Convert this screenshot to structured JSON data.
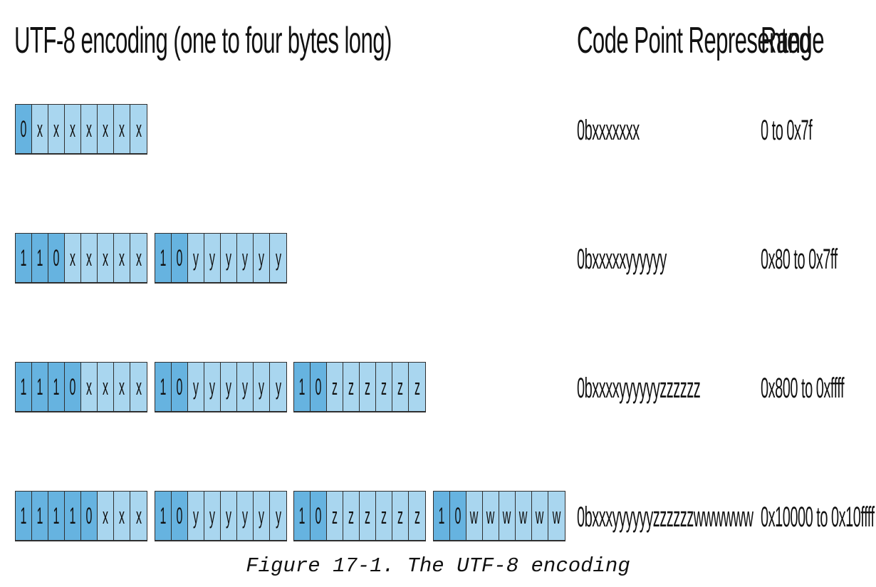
{
  "title": "UTF-8 encoding (one to four bytes long)",
  "headers": {
    "code_point": "Code Point Represented",
    "range": "Range"
  },
  "rows": [
    {
      "bytes": [
        [
          "0",
          "x",
          "x",
          "x",
          "x",
          "x",
          "x",
          "x"
        ]
      ],
      "prefix_lengths": [
        1
      ],
      "code_point": "0bxxxxxxx",
      "range": "0 to 0x7f"
    },
    {
      "bytes": [
        [
          "1",
          "1",
          "0",
          "x",
          "x",
          "x",
          "x",
          "x"
        ],
        [
          "1",
          "0",
          "y",
          "y",
          "y",
          "y",
          "y",
          "y"
        ]
      ],
      "prefix_lengths": [
        3,
        2
      ],
      "code_point": "0bxxxxxyyyyyy",
      "range": "0x80 to 0x7ff"
    },
    {
      "bytes": [
        [
          "1",
          "1",
          "1",
          "0",
          "x",
          "x",
          "x",
          "x"
        ],
        [
          "1",
          "0",
          "y",
          "y",
          "y",
          "y",
          "y",
          "y"
        ],
        [
          "1",
          "0",
          "z",
          "z",
          "z",
          "z",
          "z",
          "z"
        ]
      ],
      "prefix_lengths": [
        4,
        2,
        2
      ],
      "code_point": "0bxxxxyyyyyyzzzzzz",
      "range": "0x800 to 0xffff"
    },
    {
      "bytes": [
        [
          "1",
          "1",
          "1",
          "1",
          "0",
          "x",
          "x",
          "x"
        ],
        [
          "1",
          "0",
          "y",
          "y",
          "y",
          "y",
          "y",
          "y"
        ],
        [
          "1",
          "0",
          "z",
          "z",
          "z",
          "z",
          "z",
          "z"
        ],
        [
          "1",
          "0",
          "w",
          "w",
          "w",
          "w",
          "w",
          "w"
        ]
      ],
      "prefix_lengths": [
        5,
        2,
        2,
        2
      ],
      "code_point": "0bxxxyyyyyyzzzzzzwwwwww",
      "range": "0x10000 to 0x10ffff"
    }
  ],
  "caption": "Figure 17-1. The UTF-8 encoding",
  "colors": {
    "prefix": "#66b3e0",
    "payload": "#a9d6ef",
    "border": "#2f2f2f"
  }
}
